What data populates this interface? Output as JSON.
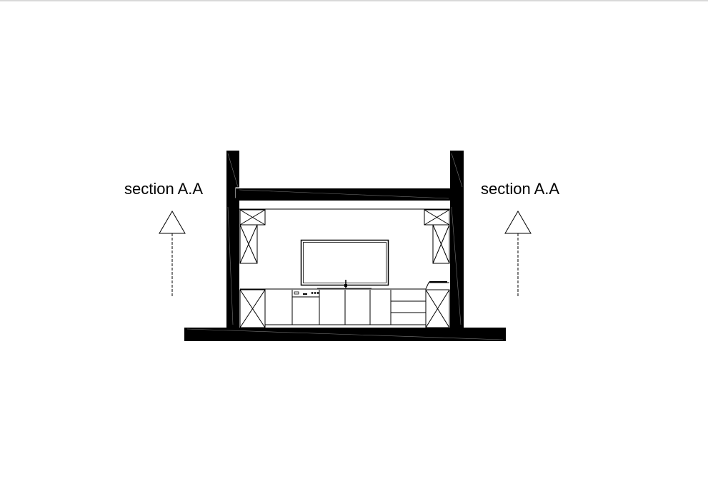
{
  "drawing": {
    "type": "architectural section elevation",
    "subject": "kitchen wall elevation",
    "colors": {
      "wall_fill": "#000000",
      "line": "#000000",
      "background": "#ffffff",
      "hatch": "#888888"
    },
    "section_markers": [
      {
        "side": "left",
        "label": "section A.A",
        "icon": "section-arrow-up-icon"
      },
      {
        "side": "right",
        "label": "section A.A",
        "icon": "section-arrow-up-icon"
      }
    ],
    "elements": {
      "upper_cabinets": [
        "left corner upper cabinet",
        "left tall upper cabinet",
        "right corner upper cabinet",
        "right tall upper cabinet"
      ],
      "wall_panel": "framed panel / backsplash",
      "faucet": "sink faucet",
      "base_cabinets": [
        "left corner base",
        "door",
        "dishwasher",
        "door",
        "door",
        "door",
        "drawer stack (3)",
        "right corner base"
      ],
      "dishwasher_controls": [
        "display",
        "button",
        "3 knobs"
      ],
      "appliance_right": "cooktop"
    }
  }
}
